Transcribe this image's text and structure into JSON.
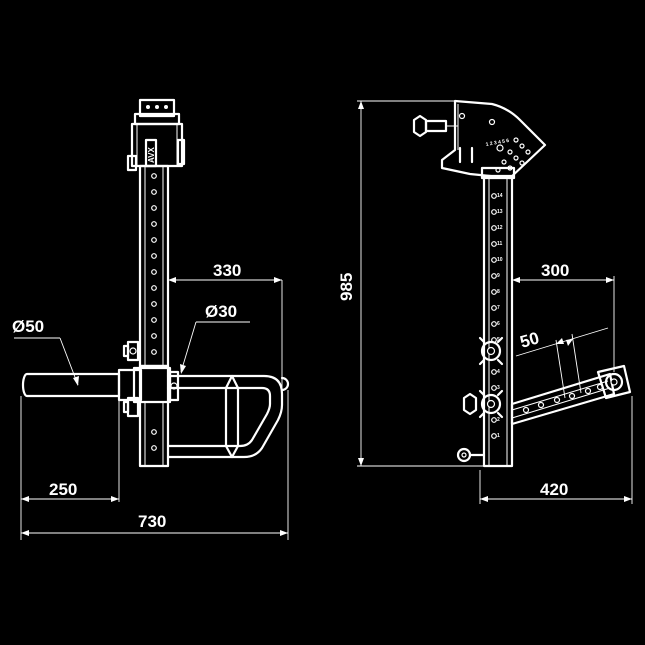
{
  "brand_label": "AVX",
  "dimensions": {
    "front": {
      "width_arm": "330",
      "tube_diameter": "Ø30",
      "bar_diameter": "Ø50",
      "offset_left": "250",
      "total_width": "730"
    },
    "side": {
      "height": "985",
      "arm_reach": "300",
      "hole_spacing": "50",
      "base_reach": "420"
    }
  },
  "scale_marks": [
    "14",
    "13",
    "12",
    "11",
    "10",
    "9",
    "8",
    "7",
    "6",
    "5",
    "4",
    "3",
    "2",
    "1"
  ],
  "colors": {
    "background": "#000000",
    "line": "#ffffff"
  }
}
